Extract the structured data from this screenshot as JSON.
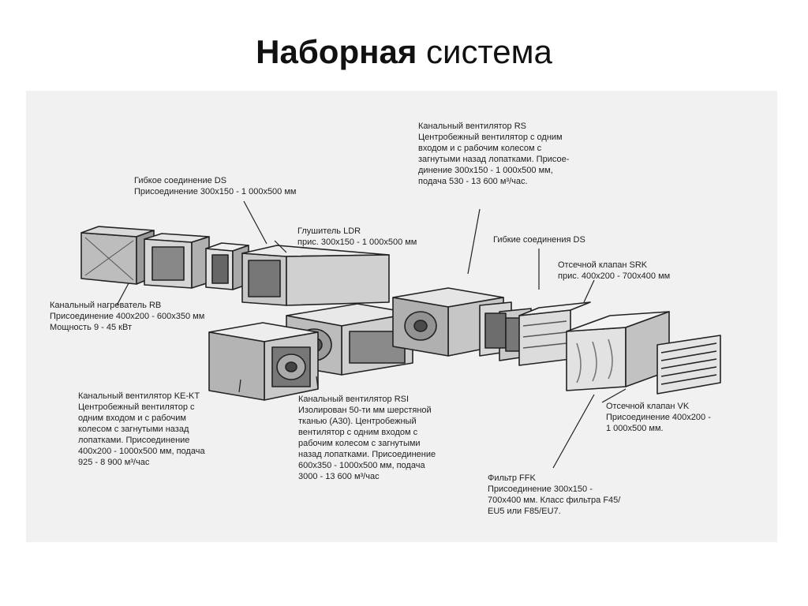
{
  "title": {
    "bold": "Наборная",
    "normal": "система"
  },
  "labels": {
    "rs": {
      "lines": [
        "Канальный вентилятор RS",
        "Центробежный вентилятор с одним",
        "входом и с рабочим колесом с",
        "загнутыми назад лопатками. Присое-",
        "динение 300х150 - 1 000х500 мм,",
        "подача 530 - 13 600 м³/час."
      ]
    },
    "ds_flex": {
      "lines": [
        "Гибкое соединение DS",
        "Присоединение 300х150 - 1 000х500 мм"
      ]
    },
    "ldr": {
      "lines": [
        "Глушитель LDR",
        "прис. 300х150 - 1 000х500 мм"
      ]
    },
    "ds_flex_multi": {
      "lines": [
        "Гибкие соединения DS"
      ]
    },
    "srk": {
      "lines": [
        "Отсечной клапан SRK",
        "прис. 400х200 - 700х400 мм"
      ]
    },
    "rb": {
      "lines": [
        "Канальный нагреватель RB",
        "Присоединение 400х200 - 600х350 мм",
        "Мощность 9 - 45 кВт"
      ]
    },
    "ke_kt": {
      "lines": [
        "Канальный вентилятор KE-KT",
        "Центробежный вентилятор с",
        "одним входом и с рабочим",
        "колесом с загнутыми назад",
        "лопатками. Присоединение",
        "400х200 - 1000х500 мм, подача",
        "925 - 8 900 м³/час"
      ]
    },
    "rsi": {
      "lines": [
        "Канальный вентилятор RSI",
        "Изолирован 50-ти мм шерстяной",
        "тканью (А30). Центробежный",
        "вентилятор с одним входом с",
        "рабочим колесом с загнутыми",
        "назад лопатками. Присоединение",
        "600х350 - 1000х500 мм, подача",
        "3000 - 13 600 м³/час"
      ]
    },
    "vk": {
      "lines": [
        "Отсечной клапан VK",
        "Присоединение 400х200 -",
        "1 000х500 мм."
      ]
    },
    "ffk": {
      "lines": [
        "Фильтр FFK",
        "Присоединение 300х150 -",
        "700х400 мм. Класс фильтра F45/",
        "EU5 или F85/EU7."
      ]
    }
  }
}
